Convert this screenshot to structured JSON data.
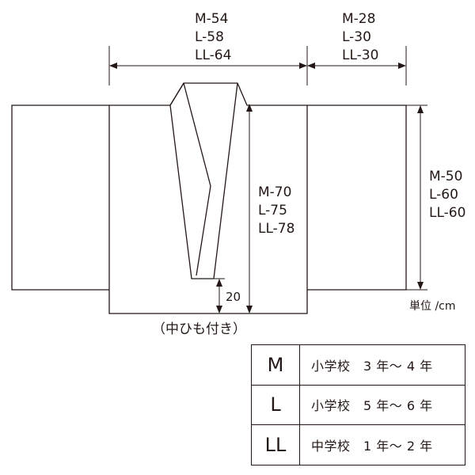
{
  "dimensions": {
    "body_width": [
      "M-54",
      "L-58",
      "LL-64"
    ],
    "sleeve_width": [
      "M-28",
      "L-30",
      "LL-30"
    ],
    "body_length": [
      "M-70",
      "L-75",
      "LL-78"
    ],
    "sleeve_length": [
      "M-50",
      "L-60",
      "LL-60"
    ],
    "tie_position": "20"
  },
  "unit_label": "単位 /cm",
  "tie_note": "（中ひも付き）",
  "size_table": {
    "rows": [
      {
        "size": "M",
        "description": "小学校　3 年～ 4 年"
      },
      {
        "size": "L",
        "description": "小学校　5 年～ 6 年"
      },
      {
        "size": "LL",
        "description": "中学校　1 年～ 2 年"
      }
    ]
  }
}
